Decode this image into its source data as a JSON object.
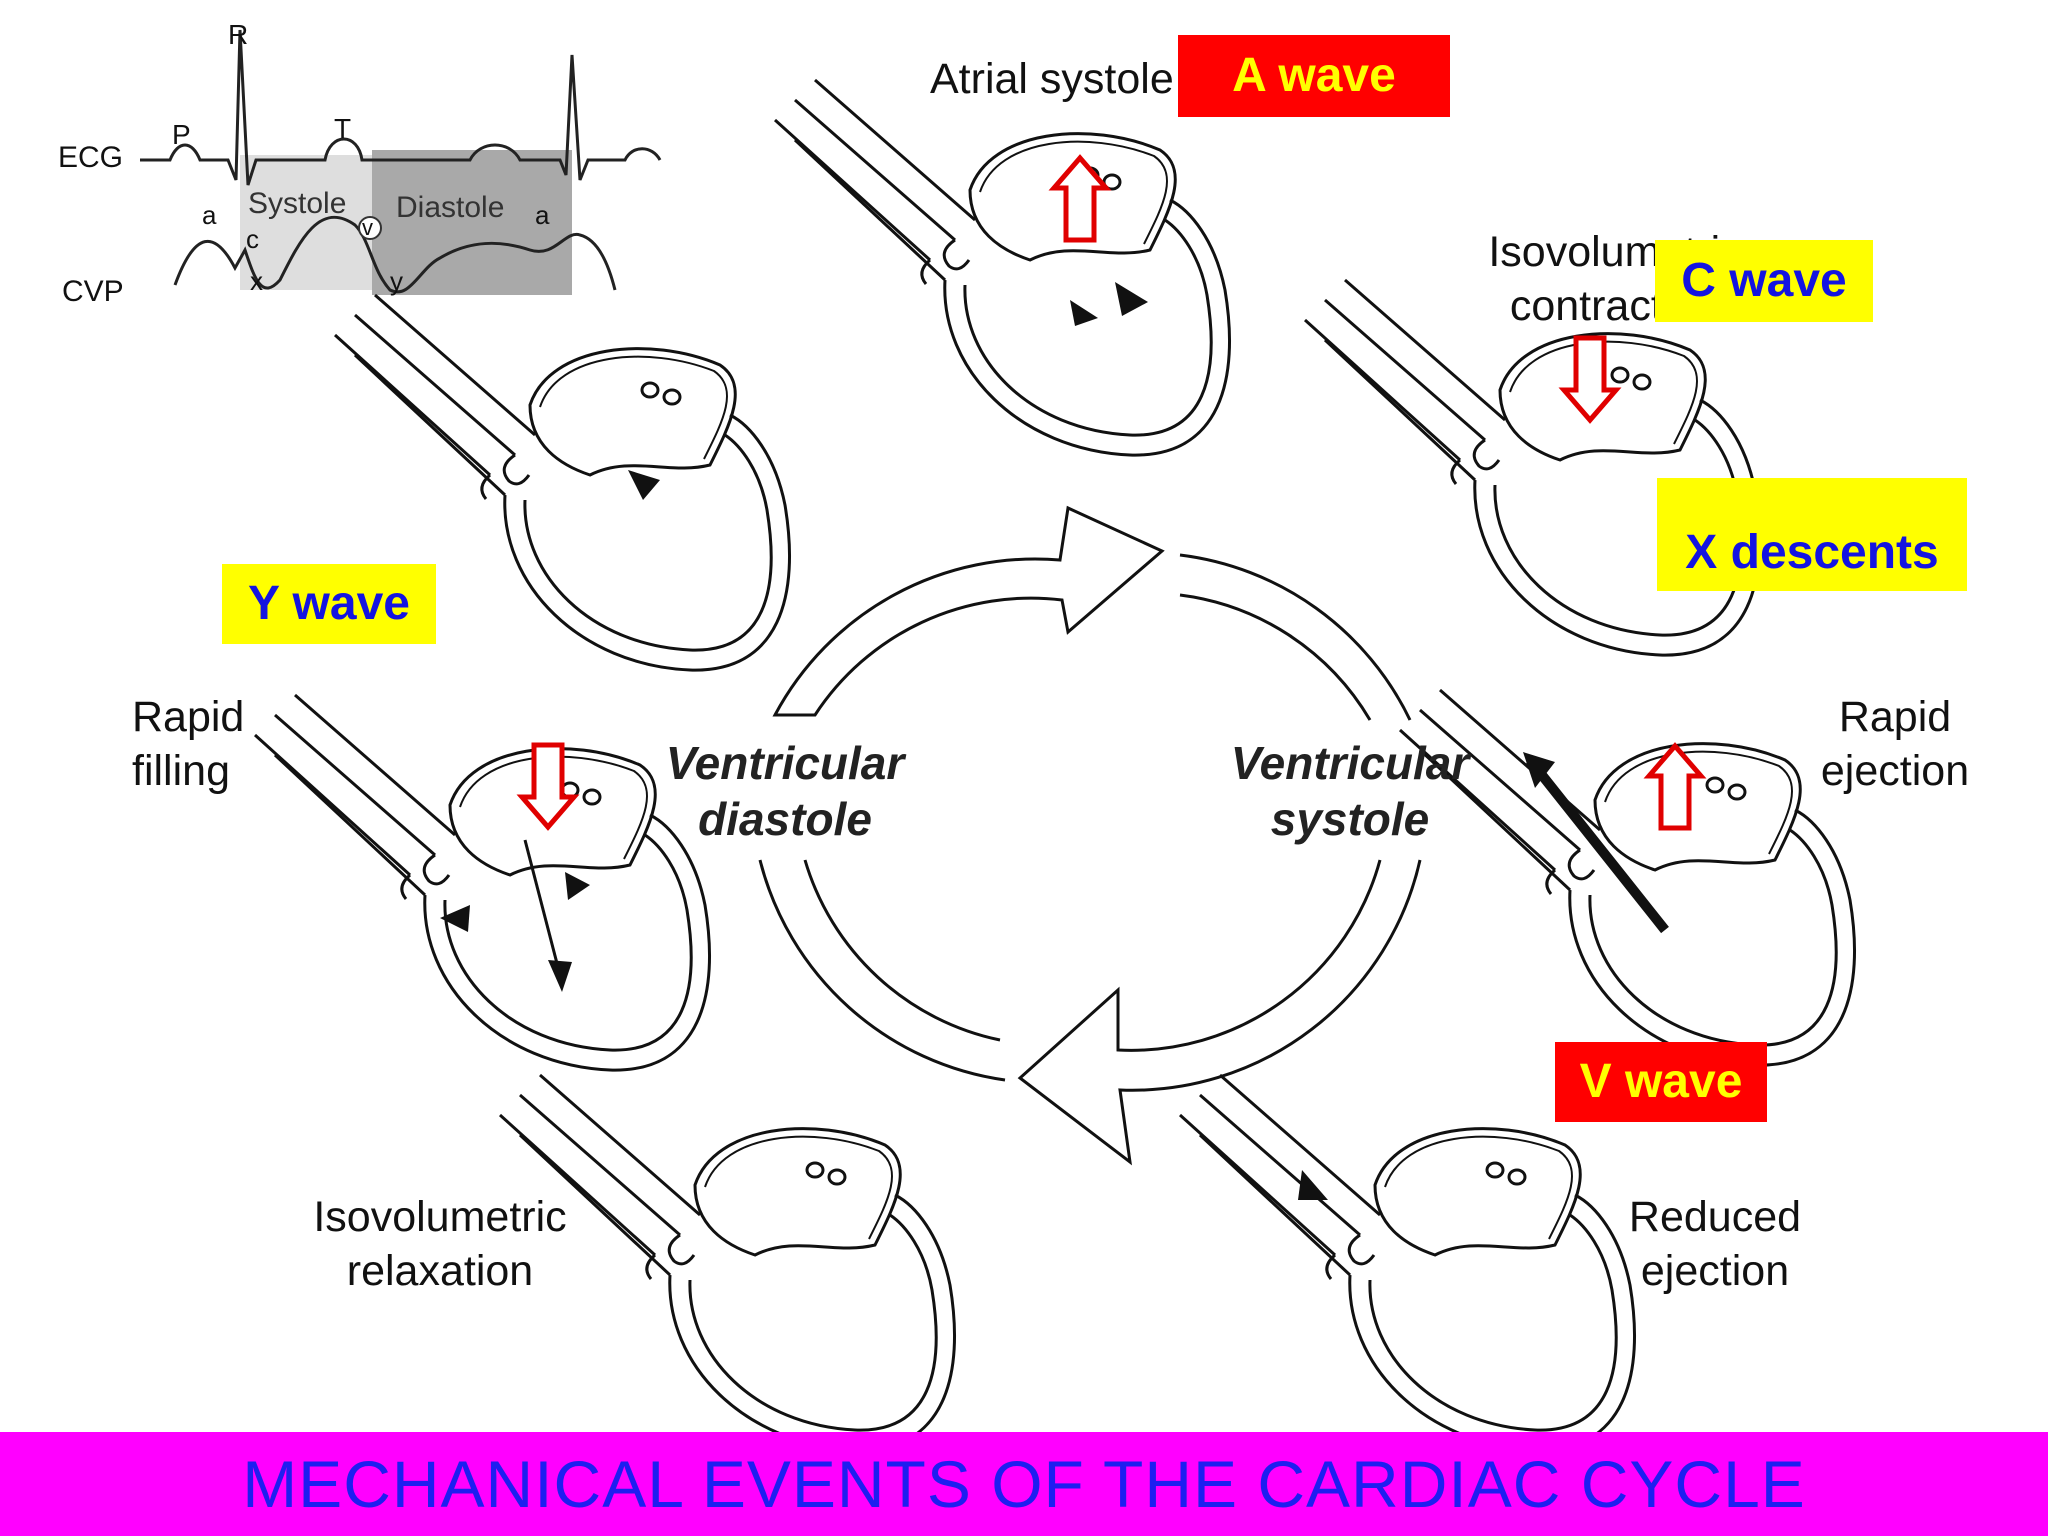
{
  "ecg_panel": {
    "row_labels": [
      "ECG",
      "CVP"
    ],
    "wave_labels": [
      "P",
      "R",
      "T",
      "a",
      "c",
      "x",
      "v",
      "y",
      "a"
    ],
    "phases": [
      "Systole",
      "Diastole"
    ],
    "systole_color": "#dedede",
    "diastole_color": "#a9a9a9"
  },
  "cycle": {
    "diastole_label": "Ventricular diastole",
    "systole_label": "Ventricular systole"
  },
  "stages": {
    "atrial_systole": "Atrial systole",
    "isovolumetric_contraction": "Isovolumetric contraction",
    "rapid_ejection": "Rapid ejection",
    "reduced_ejection": "Reduced ejection",
    "isovolumetric_relaxation": "Isovolumetric relaxation",
    "rapid_filling": "Rapid filling"
  },
  "badges": {
    "a_wave": "A wave",
    "c_wave": "C wave",
    "x_descents": "X descents",
    "v_wave": "V wave",
    "y_wave": "Y wave"
  },
  "colors": {
    "red_badge": "#ff0000",
    "yellow_badge": "#ffff00",
    "badge_text_red": "#ffff00",
    "badge_text_yellow": "#1414e0",
    "footer_bg": "#ff00ff",
    "footer_text": "#1e1ef0",
    "arrow_red": "#e00000"
  },
  "footer": {
    "title": "MECHANICAL EVENTS OF THE CARDIAC CYCLE"
  }
}
